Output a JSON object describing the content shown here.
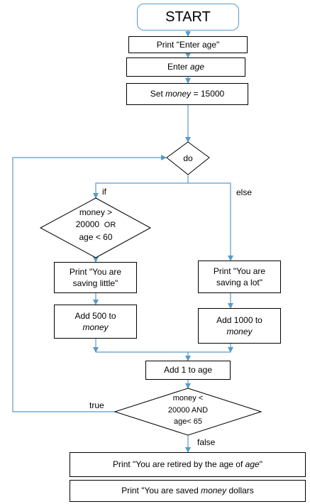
{
  "nodes": {
    "start": "START",
    "print_enter_age": "Print \"Enter age\"",
    "enter_age": {
      "prefix": "Enter ",
      "var": "age"
    },
    "set_money": {
      "prefix": "Set ",
      "var": "money",
      "suffix": " =  15000"
    },
    "do": "do",
    "condition_if": {
      "line1": "money >",
      "line2a": "20000",
      "line2b": "OR",
      "line3": "age < 60"
    },
    "print_saving_little": {
      "line1": "Print \"You are",
      "line2": "saving little\""
    },
    "add_500": {
      "line1": "Add 500 to",
      "var": "money"
    },
    "print_saving_lot": {
      "line1": "Print \"You are",
      "line2": "saving a lot\""
    },
    "add_1000": {
      "line1": "Add 1000 to",
      "var": "money"
    },
    "add_1_age": "Add 1 to age",
    "condition_loop": {
      "line1": "money   <",
      "line2": "20000 AND",
      "line3": "age<  65"
    },
    "print_retired": {
      "prefix": "Print \"You are retired by the age of ",
      "var": "age",
      "suffix": "\""
    },
    "print_saved": {
      "prefix": "Print \"You are saved ",
      "var": "money",
      "suffix": " dollars"
    }
  },
  "labels": {
    "if": "if",
    "else": "else",
    "true": "true",
    "false": "false"
  },
  "colors": {
    "connector": "#5a9bc7",
    "border": "#000000"
  }
}
